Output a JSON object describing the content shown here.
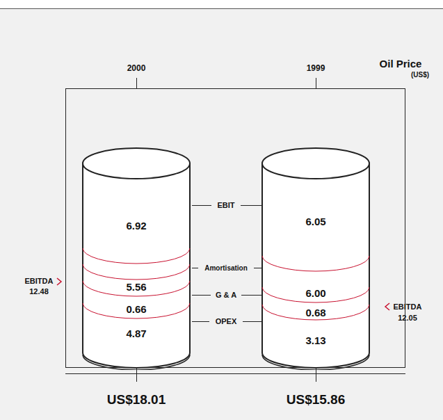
{
  "diagram": {
    "title": "Oil Price",
    "nodes": [
      {
        "text": [
          "6.92",
          "5.56",
          "0.66",
          "4.87"
        ]
      },
      {
        "text": [
          "6.05",
          "6.00",
          "0.68",
          "3.13"
        ]
      }
    ],
    "labels": [
      "(US$)",
      "2000",
      "1999",
      "EBIT",
      "Amortisation",
      "G & A",
      "OPEX",
      "EBITDA",
      "12.48",
      "EBITDA",
      "12.05",
      "US$18.01",
      "US$15.86"
    ]
  }
}
